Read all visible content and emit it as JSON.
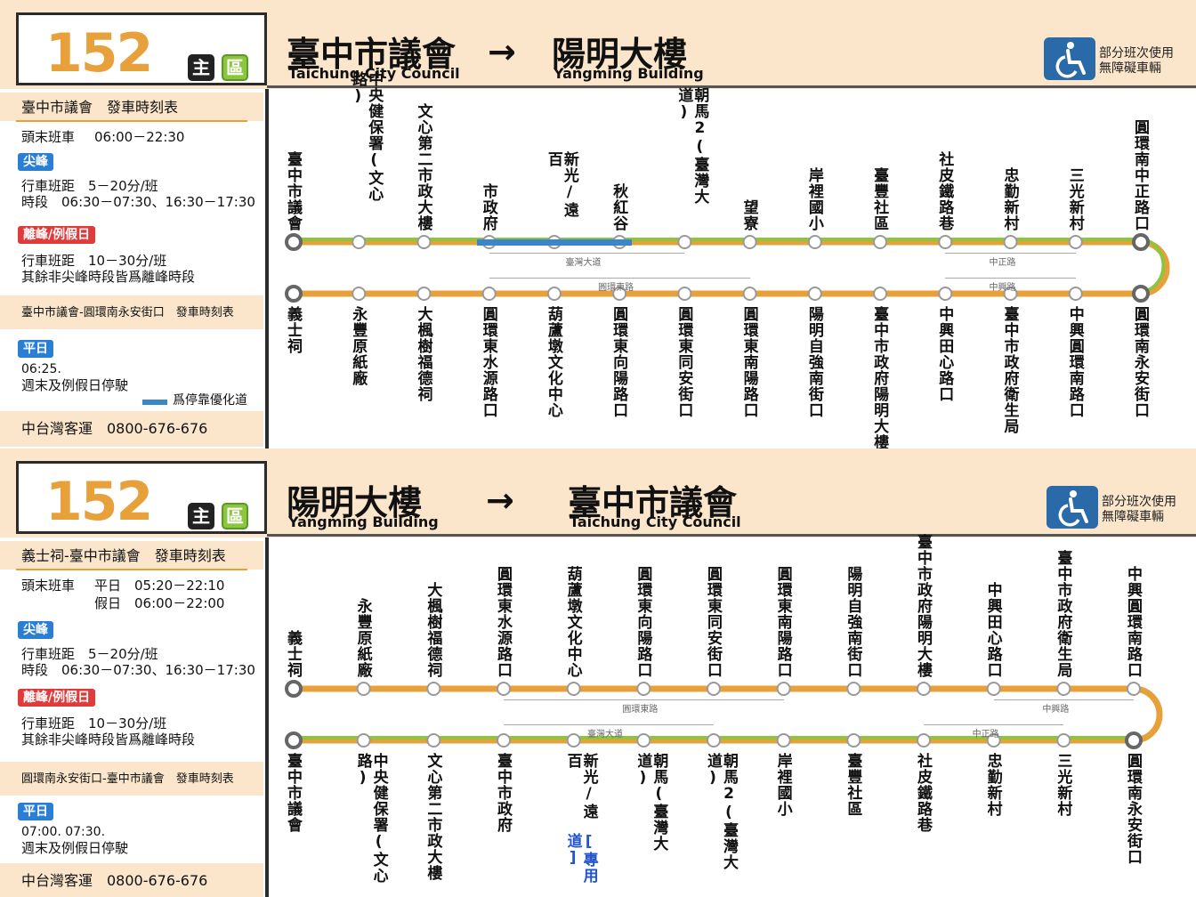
{
  "panels": [
    {
      "route_number": "152",
      "tag_main": "主",
      "tag_area": "區",
      "origin_cn": "臺中市議會",
      "origin_en": "Taichung City Council",
      "arrow": "→",
      "dest_cn": "陽明大樓",
      "dest_en": "Yangming Building",
      "access_line1": "部分班次使用",
      "access_line2": "無障礙車輛",
      "schedule_title": "臺中市議會　發車時刻表",
      "first_last_label": "頭末班車",
      "first_last_value": "06:00－22:30",
      "first_last_value2": "",
      "peak_badge": "尖峰",
      "peak_interval": "行車班距　5－20分/班",
      "peak_period": "時段　06:30－07:30、16:30－17:30",
      "offpeak_badge": "離峰/例假日",
      "offpeak_interval": "行車班距　10－30分/班",
      "offpeak_note": "其餘非尖峰時段皆爲離峰時段",
      "second_schedule_title": "臺中市議會-圓環南永安街口　發車時刻表",
      "weekday_badge": "平日",
      "weekday_times": "06:25.",
      "weekend_note": "週末及例假日停駛",
      "bus_lane_legend": "爲停靠優化道",
      "operator": "中台灣客運　0800-676-676",
      "top_stops": [
        "臺中市議會",
        "中央健保署(文心路)",
        "文心第二市政大樓",
        "市政府",
        "新光/遠百",
        "秋紅谷",
        "朝馬2(臺灣大道)",
        "望寮",
        "岸裡國小",
        "臺豐社區",
        "社皮鐵路巷",
        "忠勤新村",
        "三光新村",
        "圓環南中正路口"
      ],
      "bottom_stops": [
        "義士祠",
        "永豐原紙廠",
        "大楓樹福德祠",
        "圓環東水源路口",
        "葫蘆墩文化中心",
        "圓環東向陽路口",
        "圓環東同安街口",
        "圓環東南陽路口",
        "陽明自強南街口",
        "臺中市政府陽明大樓",
        "中興田心路口",
        "臺中市政府衛生局",
        "中興圓環南路口",
        "圓環南永安街口"
      ],
      "roads_top": [
        "臺灣大道",
        "中正路"
      ],
      "roads_bottom": [
        "圓環東路",
        "中興路"
      ]
    },
    {
      "route_number": "152",
      "tag_main": "主",
      "tag_area": "區",
      "origin_cn": "陽明大樓",
      "origin_en": "Yangming Building",
      "arrow": "→",
      "dest_cn": "臺中市議會",
      "dest_en": "Taichung City Council",
      "access_line1": "部分班次使用",
      "access_line2": "無障礙車輛",
      "schedule_title": "義士祠-臺中市議會　發車時刻表",
      "first_last_label": "頭末班車",
      "first_last_value": "平日　05:20－22:10",
      "first_last_value2": "假日　06:00－22:00",
      "peak_badge": "尖峰",
      "peak_interval": "行車班距　5－20分/班",
      "peak_period": "時段　06:30－07:30、16:30－17:30",
      "offpeak_badge": "離峰/例假日",
      "offpeak_interval": "行車班距　10－30分/班",
      "offpeak_note": "其餘非尖峰時段皆爲離峰時段",
      "second_schedule_title": "圓環南永安街口-臺中市議會　發車時刻表",
      "weekday_badge": "平日",
      "weekday_times": "07:00. 07:30.",
      "weekend_note": "週末及例假日停駛",
      "operator": "中台灣客運　0800-676-676",
      "top_stops": [
        "義士祠",
        "永豐原紙廠",
        "大楓樹福德祠",
        "圓環東水源路口",
        "葫蘆墩文化中心",
        "圓環東向陽路口",
        "圓環東同安街口",
        "圓環東南陽路口",
        "陽明自強南街口",
        "臺中市政府陽明大樓",
        "中興田心路口",
        "臺中市政府衛生局",
        "中興圓環南路口"
      ],
      "bottom_stops": [
        "臺中市議會",
        "中央健保署(文心路)",
        "文心第二市政大樓",
        "臺中市政府",
        "新光/遠百",
        "朝馬(臺灣大道)",
        "朝馬2(臺灣大道)",
        "岸裡國小",
        "臺豐社區",
        "社皮鐵路巷",
        "忠勤新村",
        "三光新村",
        "圓環南永安街口"
      ],
      "special_note": "[專用道]",
      "roads_top": [
        "圓環東路",
        "中興路"
      ],
      "roads_bottom": [
        "臺灣大道",
        "中正路"
      ]
    }
  ],
  "colors": {
    "accent_orange": "#e8a13a",
    "accent_green": "#8cc63f",
    "bus_lane_blue": "#3a86c8",
    "band": "#fbe6cc"
  }
}
